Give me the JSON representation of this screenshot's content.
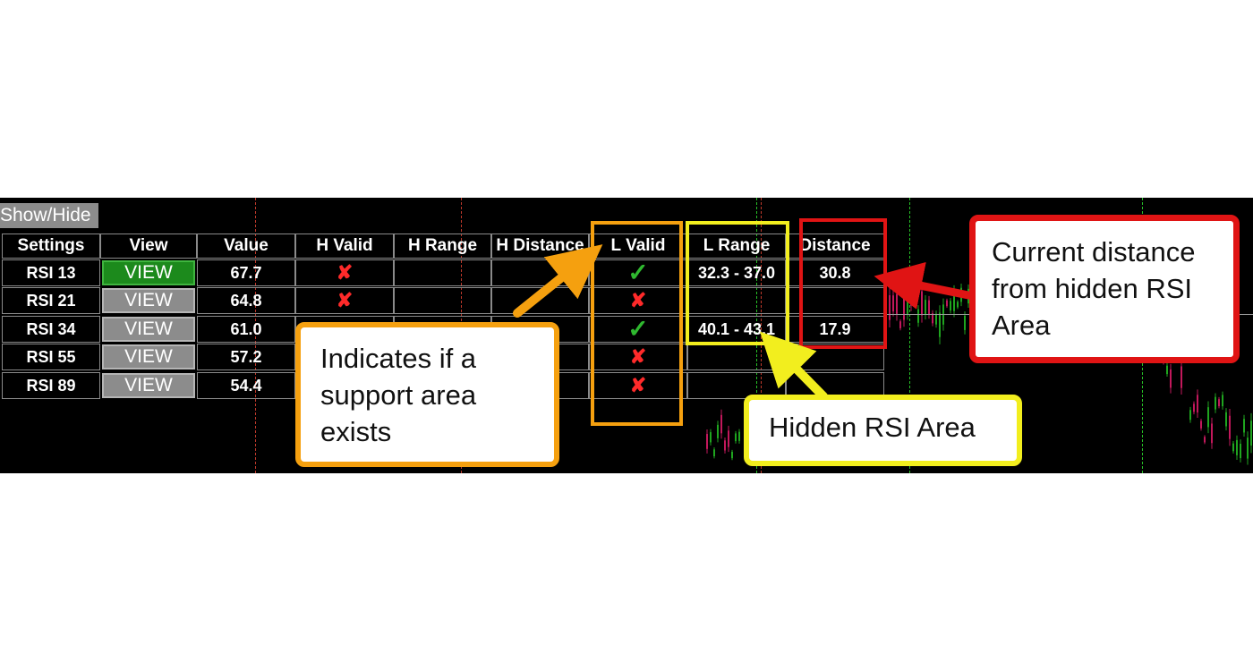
{
  "panel": {
    "show_hide_label": "Show/Hide"
  },
  "table": {
    "headers": [
      "Settings",
      "View",
      "Value",
      "H Valid",
      "H Range",
      "H Distance",
      "L Valid",
      "L Range",
      "Distance"
    ],
    "rows": [
      {
        "setting": "RSI 13",
        "view": "VIEW",
        "view_state": "active",
        "value": "67.7",
        "h_valid": "✘",
        "h_range": "",
        "h_distance": "",
        "l_valid": "✓",
        "l_range": "32.3 - 37.0",
        "distance": "30.8"
      },
      {
        "setting": "RSI 21",
        "view": "VIEW",
        "view_state": "inactive",
        "value": "64.8",
        "h_valid": "✘",
        "h_range": "",
        "h_distance": "",
        "l_valid": "✘",
        "l_range": "",
        "distance": ""
      },
      {
        "setting": "RSI 34",
        "view": "VIEW",
        "view_state": "inactive",
        "value": "61.0",
        "h_valid": "",
        "h_range": "",
        "h_distance": "",
        "l_valid": "✓",
        "l_range": "40.1 - 43.1",
        "distance": "17.9"
      },
      {
        "setting": "RSI 55",
        "view": "VIEW",
        "view_state": "inactive",
        "value": "57.2",
        "h_valid": "",
        "h_range": "",
        "h_distance": "",
        "l_valid": "✘",
        "l_range": "",
        "distance": ""
      },
      {
        "setting": "RSI 89",
        "view": "VIEW",
        "view_state": "inactive",
        "value": "54.4",
        "h_valid": "",
        "h_range": "",
        "h_distance": "",
        "l_valid": "✘",
        "l_range": "",
        "distance": ""
      }
    ]
  },
  "callouts": {
    "support": "Indicates if a support area exists",
    "hidden_rsi": "Hidden RSI Area",
    "distance": "Current distance from hidden RSI Area"
  },
  "icons": {
    "invalid": "x-mark-icon",
    "valid": "check-mark-icon"
  },
  "colors": {
    "panel_bg": "#000000",
    "invalid_mark": "#ff2a2a",
    "valid_mark": "#2fb82f",
    "view_active": "#1c8a1c",
    "view_inactive": "#8c8c8c",
    "highlight_orange": "#f5a00f",
    "highlight_yellow": "#f2ee1e",
    "highlight_red": "#e01414"
  }
}
